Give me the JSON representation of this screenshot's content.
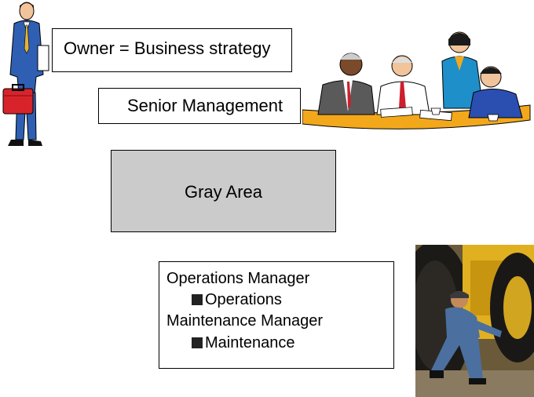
{
  "boxes": {
    "owner": "Owner = Business strategy",
    "senior": "Senior Management",
    "gray": "Gray Area",
    "ops": {
      "line1": "Operations Manager",
      "line2": "Operations",
      "line3": "Maintenance Manager",
      "line4": "Maintenance"
    }
  },
  "colors": {
    "gray_area": "#cbcbcb",
    "suit_blue": "#2f5fb3",
    "briefcase_red": "#d8232a",
    "table_orange": "#f3a81c",
    "machine_yellow": "#e0b020"
  },
  "images": {
    "businessman": "businessman-with-briefcase",
    "meeting": "meeting-clipart",
    "worker": "maintenance-worker-photo"
  }
}
